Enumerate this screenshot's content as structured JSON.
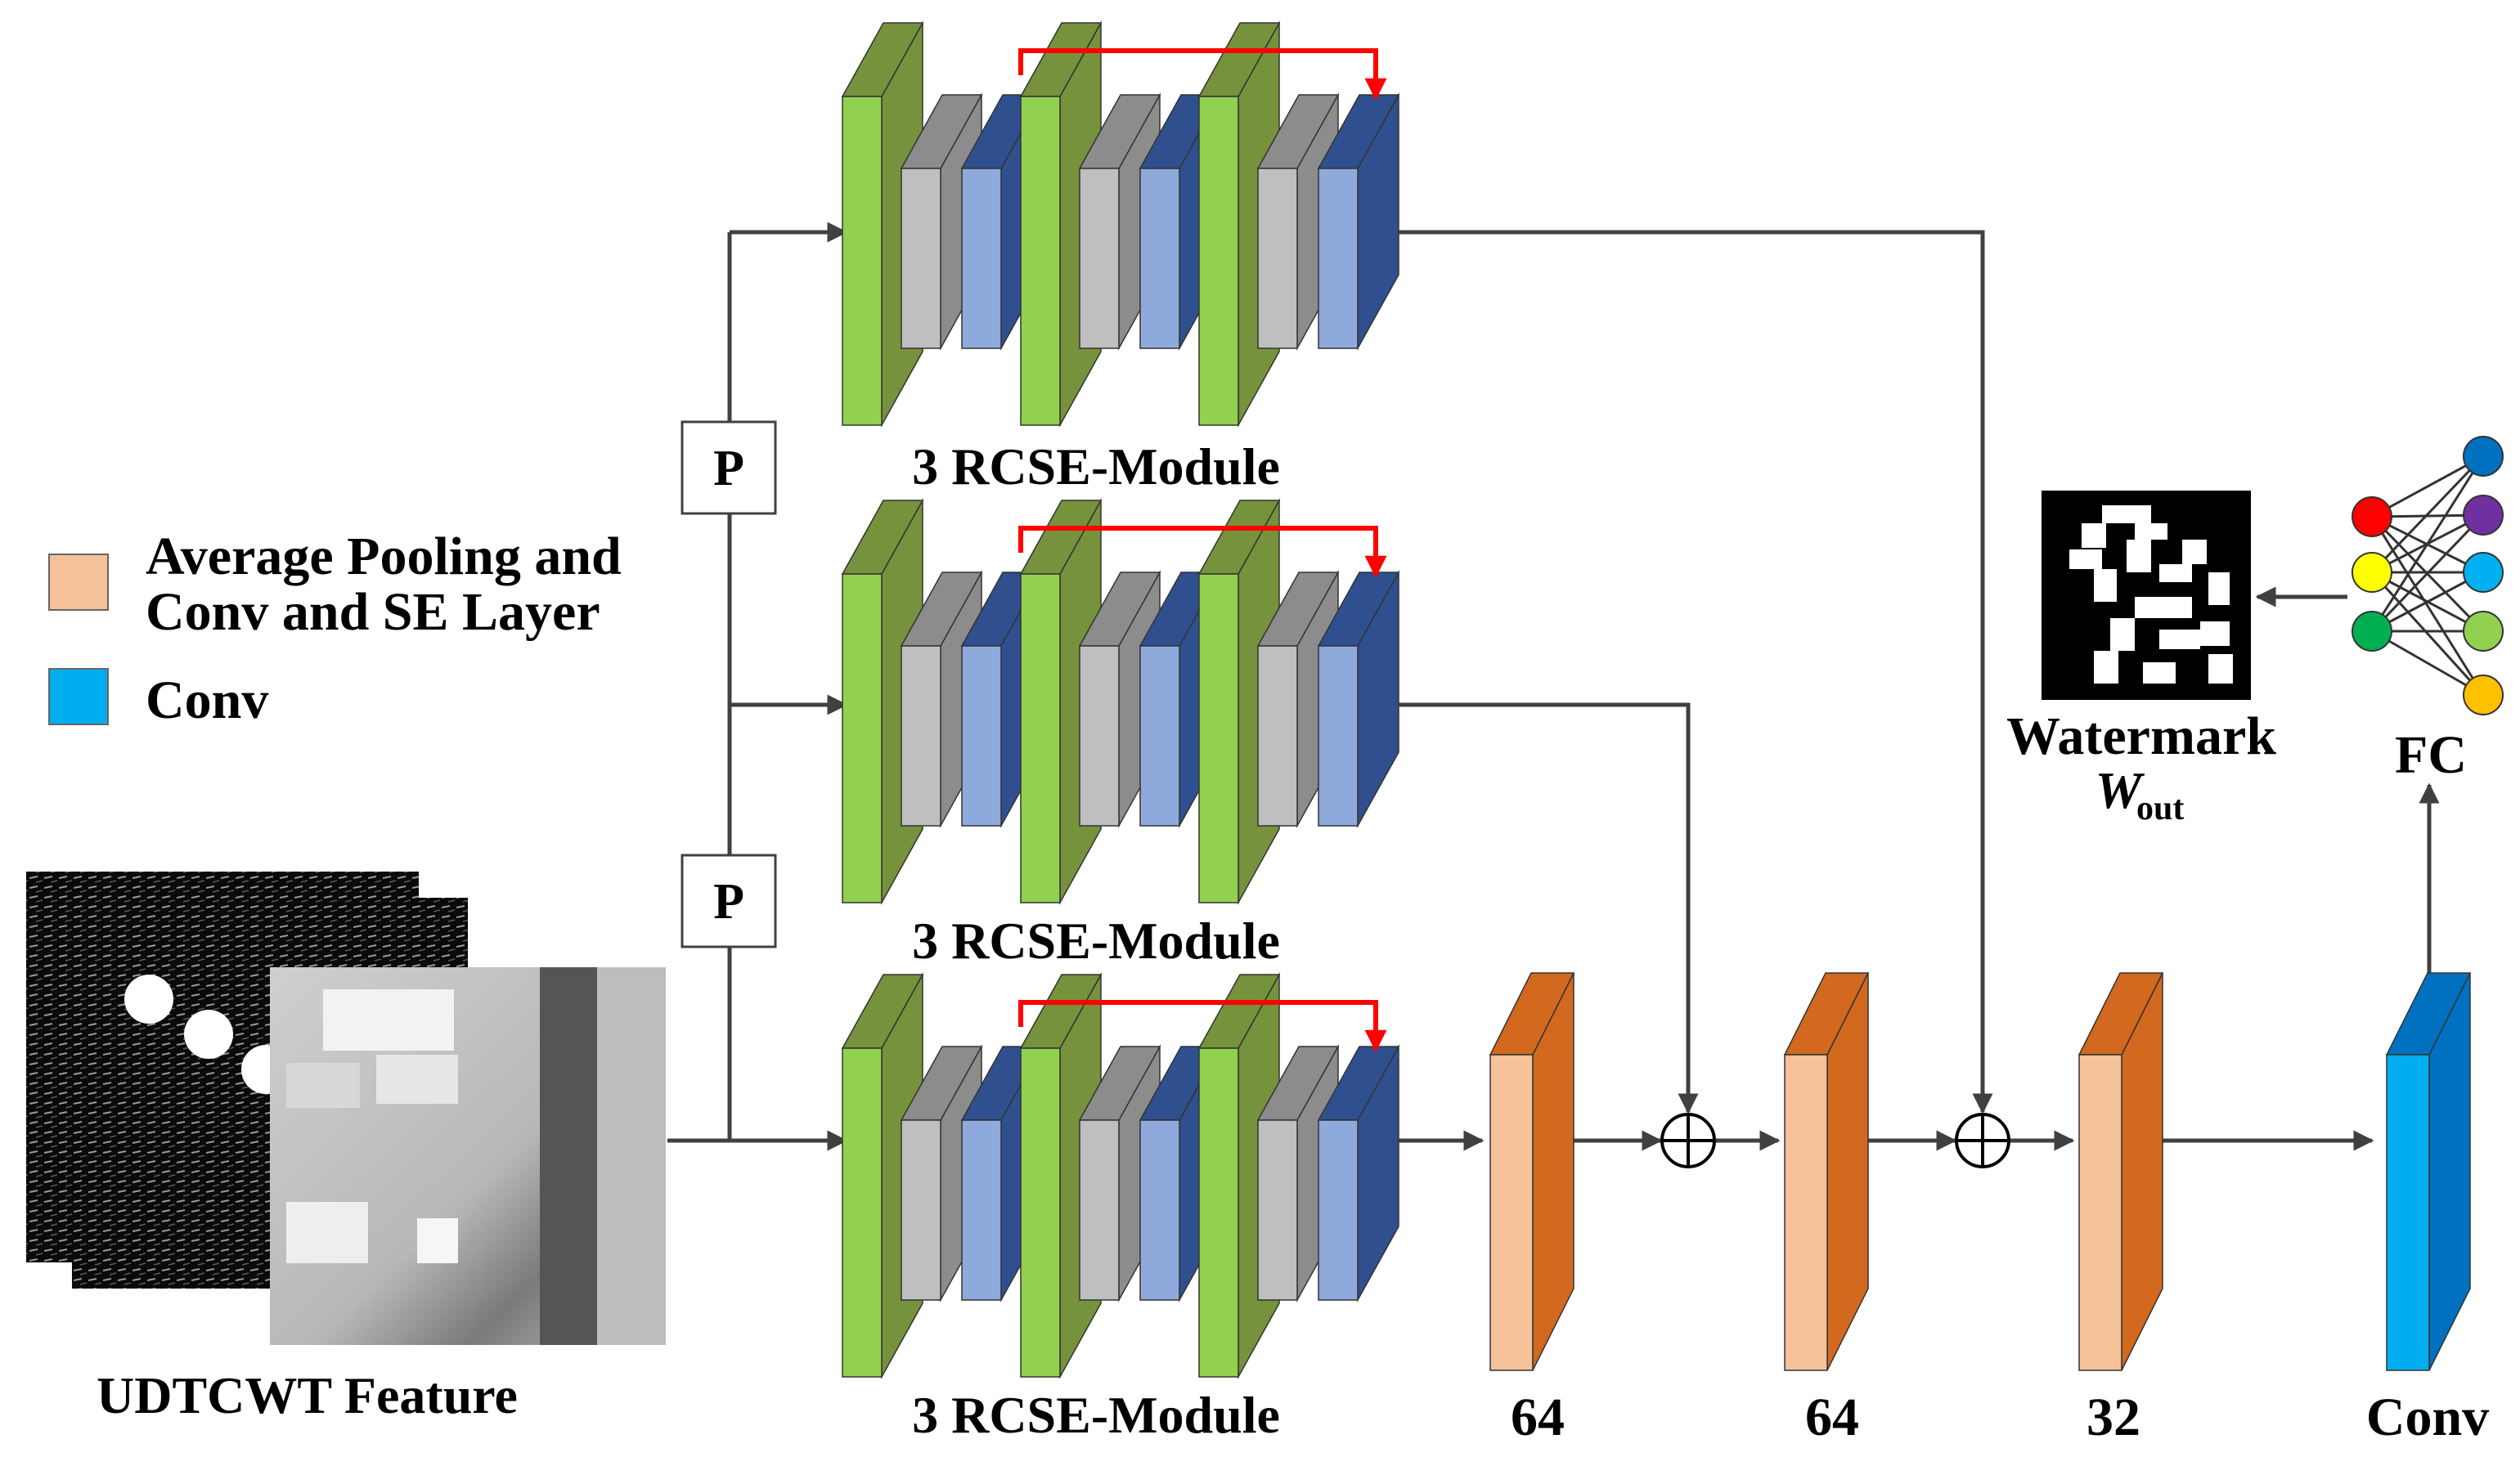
{
  "legend": {
    "items": [
      {
        "label_lines": [
          "Average Pooling and",
          "Conv and SE Layer"
        ],
        "color": "#F5C29A"
      },
      {
        "label_lines": [
          "Conv"
        ],
        "color": "#00AEEF"
      }
    ]
  },
  "input": {
    "label": "UDTCWT Feature"
  },
  "pool_boxes": [
    {
      "label": "P"
    },
    {
      "label": "P"
    }
  ],
  "modules": [
    {
      "label": "3 RCSE-Module"
    },
    {
      "label": "3 RCSE-Module"
    },
    {
      "label": "3 RCSE-Module"
    }
  ],
  "feature_blocks": [
    {
      "label": "64",
      "kind": "pool-conv-se"
    },
    {
      "label": "64",
      "kind": "pool-conv-se"
    },
    {
      "label": "32",
      "kind": "pool-conv-se"
    },
    {
      "label": "Conv",
      "kind": "conv"
    }
  ],
  "fc": {
    "label": "FC"
  },
  "watermark": {
    "label": "Watermark",
    "symbol": "W",
    "subscript": "out"
  },
  "colors": {
    "green_face": "#92D050",
    "green_side": "#76923C",
    "gray_face": "#BFBFBF",
    "gray_side": "#8C8C8C",
    "blue_face": "#8EA9DB",
    "blue_side": "#2F4F8F",
    "skip_arrow": "#FF0000",
    "peach_face": "#F5C29A",
    "peach_side": "#D2691E",
    "conv_face": "#00AEEF",
    "conv_side": "#0070C0",
    "line": "#404040",
    "fc_input_nodes": [
      "#FF0000",
      "#FFFF00",
      "#00B050"
    ],
    "fc_output_nodes": [
      "#0070C0",
      "#7030A0",
      "#00B0F0",
      "#92D050",
      "#FFC000"
    ]
  },
  "icons": [
    "sum-icon",
    "fc-network-icon",
    "watermark-image",
    "feature-map-image",
    "skip-connection-arrow"
  ]
}
